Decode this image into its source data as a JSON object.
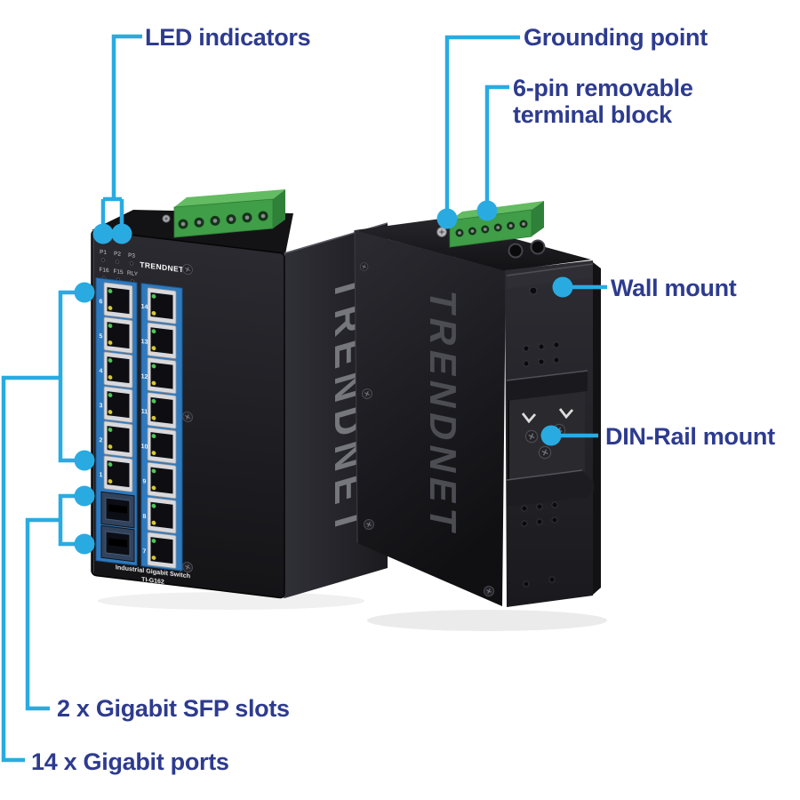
{
  "callouts": {
    "color": "#29abe2",
    "text_color": "#2d3b8f",
    "labels": {
      "led_indicators": "LED indicators",
      "grounding_point": "Grounding point",
      "terminal_block_line1": "6-pin removable",
      "terminal_block_line2": "terminal block",
      "wall_mount": "Wall mount",
      "din_rail_mount": "DIN-Rail mount",
      "sfp_slots": "2 x Gigabit SFP slots",
      "gigabit_ports": "14 x Gigabit ports"
    }
  },
  "device": {
    "brand": "TRENDNET",
    "front_panel": {
      "led_labels_row1": [
        "P1",
        "P2",
        "P3"
      ],
      "led_labels_row2": [
        "F16",
        "F15",
        "RLY"
      ],
      "port_numbers_left": [
        "6",
        "5",
        "4",
        "3",
        "2",
        "1"
      ],
      "port_numbers_right": [
        "14",
        "13",
        "12",
        "11",
        "10",
        "9",
        "8",
        "7"
      ],
      "model_line1": "Industrial Gigabit Switch",
      "model_line2": "TI-G162",
      "sfp_slot_count": 2
    },
    "colors": {
      "port_strip_blue": "#2e7abf",
      "terminal_block_green": "#3f9e47",
      "body_black": "#1d1d21"
    }
  }
}
